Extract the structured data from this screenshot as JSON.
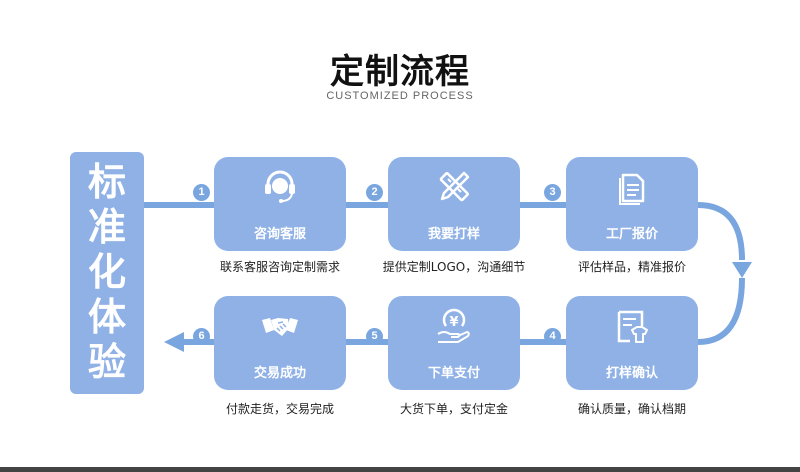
{
  "title": "定制流程",
  "subtitle": "CUSTOMIZED PROCESS",
  "side_label": "标准化体验",
  "colors": {
    "box": "#8fb1e6",
    "connector": "#7aa6e0",
    "text_on_box": "#ffffff"
  },
  "steps": [
    {
      "number": "1",
      "label": "咨询客服",
      "description": "联系客服咨询定制需求",
      "icon": "headset-icon"
    },
    {
      "number": "2",
      "label": "我要打样",
      "description": "提供定制LOGO，沟通细节",
      "icon": "design-tools-icon"
    },
    {
      "number": "3",
      "label": "工厂报价",
      "description": "评估样品，精准报价",
      "icon": "document-icon"
    },
    {
      "number": "4",
      "label": "打样确认",
      "description": "确认质量，确认档期",
      "icon": "shirt-form-icon"
    },
    {
      "number": "5",
      "label": "下单支付",
      "description": "大货下单，支付定金",
      "icon": "yuan-hand-icon"
    },
    {
      "number": "6",
      "label": "交易成功",
      "description": "付款走货，交易完成",
      "icon": "handshake-icon"
    }
  ]
}
